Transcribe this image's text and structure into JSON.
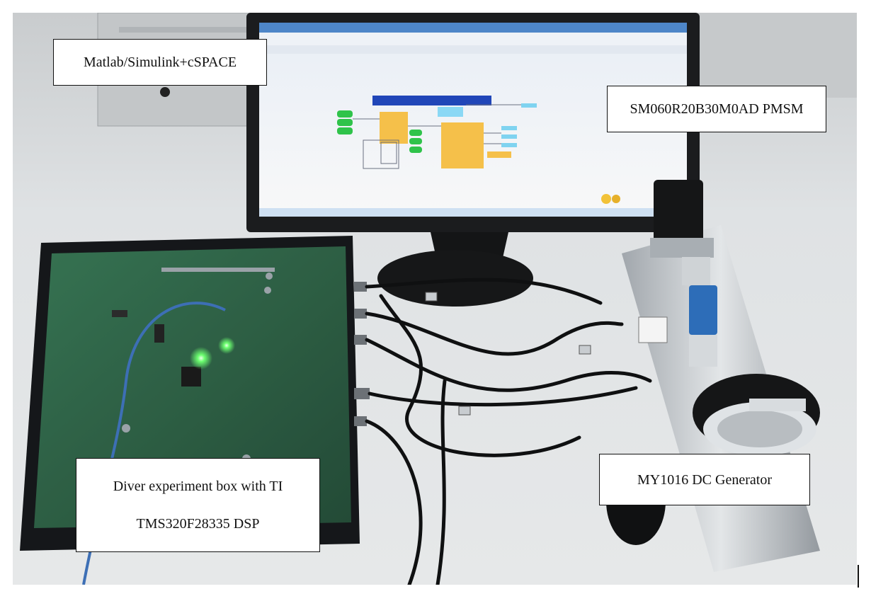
{
  "labels": {
    "matlab": "Matlab/Simulink+cSPACE",
    "pmsm": "SM060R20B30M0AD PMSM",
    "driver_line1": "Diver experiment box with TI",
    "driver_line2": "TMS320F28335 DSP",
    "dc_generator": "MY1016 DC Generator"
  },
  "colors": {
    "desk": "#d9dcde",
    "wall": "#b9bdbf",
    "monitor_frame": "#1b1c1e",
    "screen": "#f3f4f6",
    "pcb_green": "#1f5a3a",
    "cable": "#0f1011",
    "led_green": "#5cff6a",
    "motor_black": "#151617",
    "motor_blue": "#2d6db8"
  }
}
